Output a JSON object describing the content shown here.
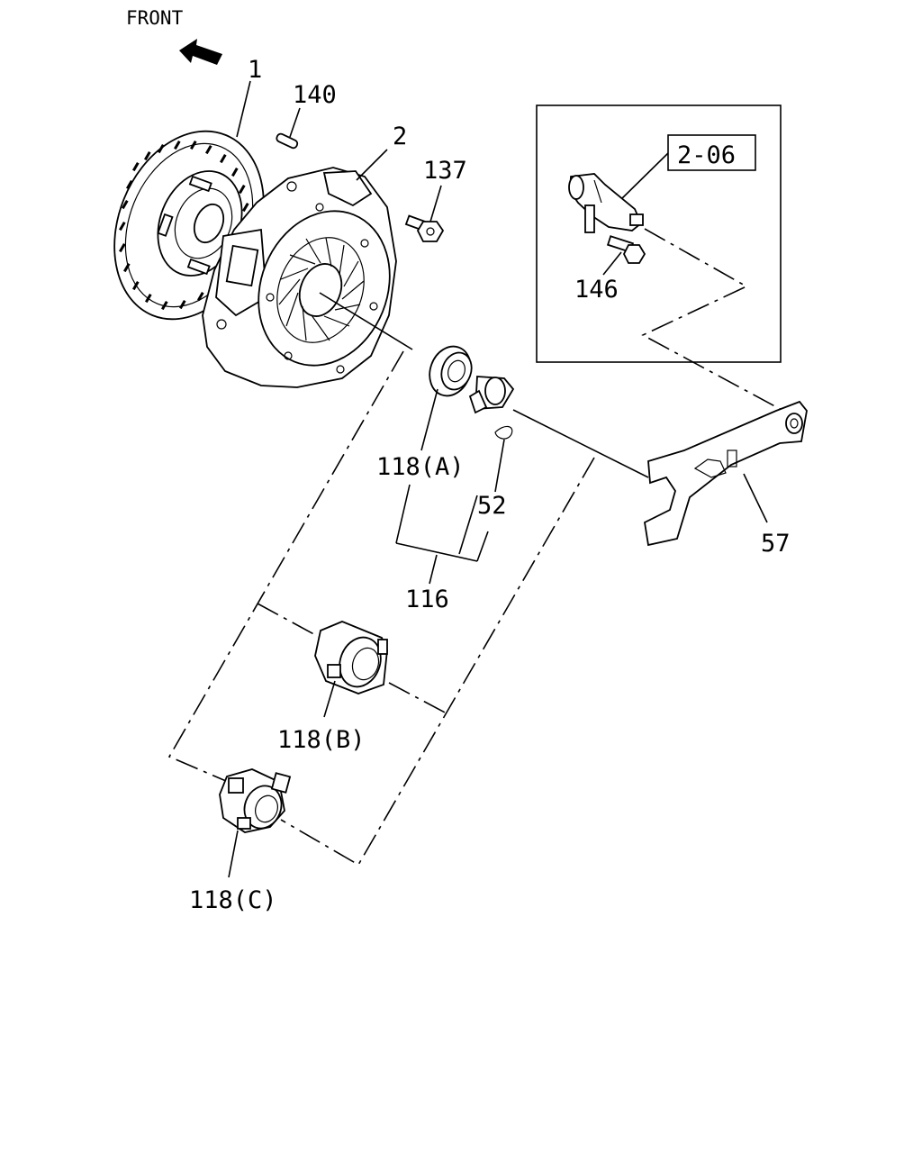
{
  "front_label": "FRONT",
  "callouts": {
    "c1": "1",
    "c2": "2",
    "c52": "52",
    "c57": "57",
    "c116": "116",
    "c118a": "118(A)",
    "c118b": "118(B)",
    "c118c": "118(C)",
    "c137": "137",
    "c140": "140",
    "c146": "146",
    "ref_206": "2-06"
  }
}
